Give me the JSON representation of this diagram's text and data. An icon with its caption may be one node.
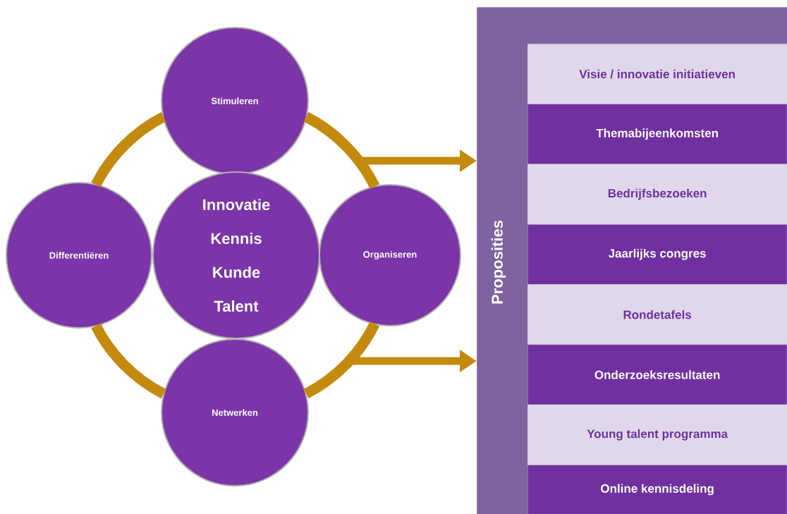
{
  "diagram": {
    "nodes": [
      {
        "text": [
          "Stimuleren"
        ]
      },
      {
        "text": [
          "Differentiëren"
        ]
      },
      {
        "text": [
          "Innovatie",
          "Kennis",
          "Kunde",
          "Talent"
        ]
      },
      {
        "text": [
          "Organiseren"
        ]
      },
      {
        "text": [
          "Netwerken"
        ]
      },
      {
        "text": [
          "Proposities"
        ]
      },
      {
        "text": [
          "Visie / innovatie initiatieven"
        ],
        "in": 5
      },
      {
        "text": [
          "Themabijeenkomsten"
        ],
        "in": 5
      },
      {
        "text": [
          "Bedrijfsbezoeken"
        ],
        "in": 5
      },
      {
        "text": [
          "Jaarlijks congres"
        ],
        "in": 5
      },
      {
        "text": [
          "Rondetafels"
        ],
        "in": 5
      },
      {
        "text": [
          "Onderzoeksresultaten"
        ],
        "in": 5
      },
      {
        "text": [
          "Young talent programma"
        ],
        "in": 5
      },
      {
        "text": [
          "Online kennisdeling"
        ],
        "in": 5
      }
    ],
    "edges": [
      {
        "from": 0,
        "to": 3,
        "arrow": "none"
      },
      {
        "from": 3,
        "to": 4,
        "arrow": "none"
      },
      {
        "from": 4,
        "to": 1,
        "arrow": "none"
      },
      {
        "from": 1,
        "to": 0,
        "arrow": "none"
      },
      {
        "from": null,
        "to": 5,
        "arrow": "to"
      },
      {
        "from": null,
        "to": 5,
        "arrow": "to"
      }
    ]
  }
}
